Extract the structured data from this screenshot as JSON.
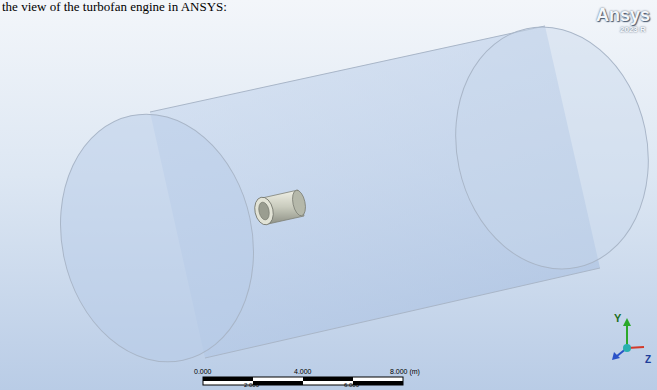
{
  "diagram": {
    "labels": [
      "the view of the turbofan engine in ANSYS:",
      "Ansys",
      "2023 R",
      "0.000",
      "4.000",
      "8.000 (m)",
      "2.000",
      "6.000",
      "Y",
      "Z"
    ]
  }
}
